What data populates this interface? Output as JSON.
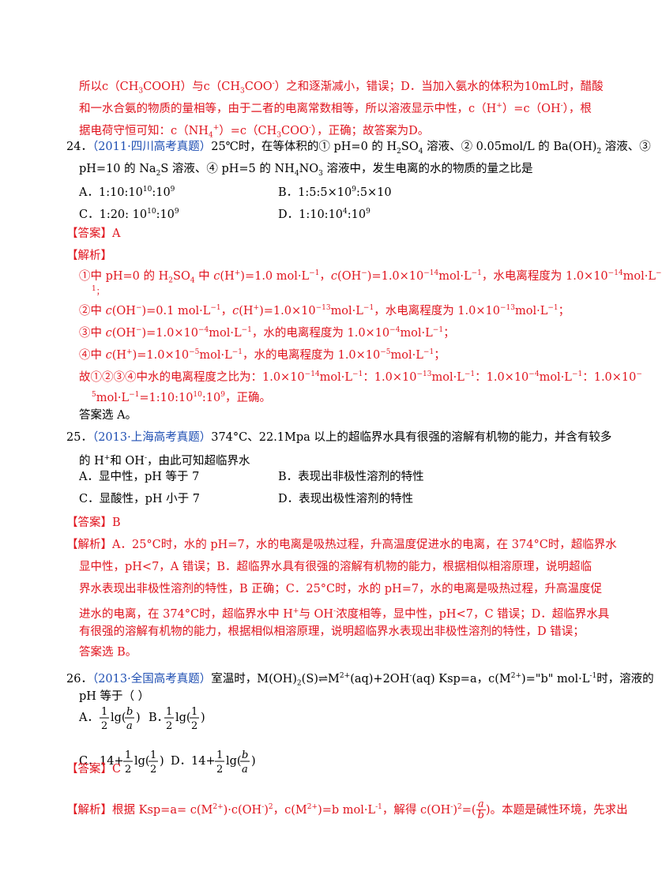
{
  "colors": {
    "answer": "#e0141e",
    "source": "#1f4fb3",
    "text": "#000000"
  },
  "cont": {
    "l1": "所以c（CH3COOH）与c（CH3COO-）之和逐渐减小，错误；D．当加入氨水的体积为10mL时，醋酸",
    "l2": "和一水合氨的物质的量相等，由于二者的电离常数相等，所以溶液显示中性，c（H+）=c（OH-），根",
    "l3": "据电荷守恒可知：c（NH4+）=c（CH3COO-），正确；故答案为D。"
  },
  "q24": {
    "num": "24．",
    "source": "（2011·四川高考真题）",
    "stem1": "25℃时，在等体积的① pH=0 的 H2SO4 溶液、② 0.05mol/L 的 Ba(OH)2 溶液、③",
    "stem2": "pH=10 的 Na2S 溶液、④ pH=5 的 NH4NO3 溶液中，发生电离的水的物质的量之比是",
    "optA": "A．1:10:10^10:10^9",
    "optB": "B．1:5:5×10^9:5×10",
    "optC": "C．1:20: 10^10:10^9",
    "optD": "D．1:10:10^4:10^9",
    "answer": "【答案】A",
    "analysis": "【解析】",
    "a1": "①中 pH=0 的 H2SO4 中 c(H+)=1.0 mol·L−1，c(OH−)=1.0×10−14mol·L−1，水电离程度为 1.0×10−14mol·L−",
    "a1b": "1；",
    "a2": "②中 c(OH−)=0.1 mol·L−1，c(H+)=1.0×10−13mol·L−1，水电离程度为 1.0×10−13mol·L−1；",
    "a3": "③中 c(OH−)=1.0×10−4mol·L−1，水的电离程度为 1.0×10−4mol·L−1；",
    "a4": "④中 c(H+)=1.0×10−5mol·L−1，水的电离程度为 1.0×10−5mol·L−1；",
    "a5": "故①②③④中水的电离程度之比为：1.0×10−14mol·L−1：1.0×10−13mol·L−1：1.0×10−4mol·L−1：1.0×10−",
    "a5b": "5mol·L−1=1:10:1010:109，正确。",
    "a6": "答案选 A。"
  },
  "q25": {
    "num": "25．",
    "source": "（2013·上海高考真题）",
    "stem1": "374°C、22.1Mpa 以上的超临界水具有很强的溶解有机物的能力，并含有较多",
    "stem2": "的 H+和 OH-，由此可知超临界水",
    "optA": "A．显中性，pH 等于 7",
    "optB": "B．表现出非极性溶剂的特性",
    "optC": "C．显酸性，pH 小于 7",
    "optD": "D．表现出极性溶剂的特性",
    "answer": "【答案】B",
    "a1": "【解析】A．25°C时，水的 pH=7，水的电离是吸热过程，升高温度促进水的电离，在 374°C时，超临界水",
    "a2": "显中性，pH<7，A 错误；B．超临界水具有很强的溶解有机物的能力，根据相似相溶原理，说明超临",
    "a3": "界水表现出非极性溶剂的特性，B 正确；C．25°C时，水的 pH=7，水的电离是吸热过程，升高温度促",
    "a4": "进水的电离，在 374°C时，超临界水中 H+与 OH-浓度相等，显中性，pH<7，C 错误；D．超临界水具",
    "a5": "有很强的溶解有机物的能力，根据相似相溶原理，说明超临界水表现出非极性溶剂的特性，D 错误；",
    "a6": "答案选 B。"
  },
  "q26": {
    "num": "26．",
    "source": "（2013·全国高考真题）",
    "stem1": "室温时，M(OH)2(S)⇌M2+(aq)+2OH-(aq) Ksp=a，c(M2+)=\"b\" mol·L-1时，溶液的",
    "stem2": "pH 等于（  ）",
    "optA_label": "A．",
    "optA_pre": "",
    "optA_arg_num": "b",
    "optA_arg_den": "a",
    "optB_label": "B．",
    "optB_arg_num": "1",
    "optB_arg_den": "2",
    "optC_label": "C．",
    "optC_pre": "14+",
    "optC_arg_num": "1",
    "optC_arg_den": "2",
    "optD_label": "D．",
    "optD_pre": "14+",
    "optD_arg_num": "b",
    "optD_arg_den": "a",
    "half_num": "1",
    "half_den": "2",
    "lg": "lg(",
    "rp": ")",
    "answer": "【答案】C",
    "a1": "【解析】根据 Ksp=a= c(M2+)·c(OH-)2，c(M2+)=b mol·L-1，解得 c(OH-)2=(",
    "a1_num": "a",
    "a1_den": "b",
    "a1_end": ")。本题是碱性环境，先求出"
  }
}
